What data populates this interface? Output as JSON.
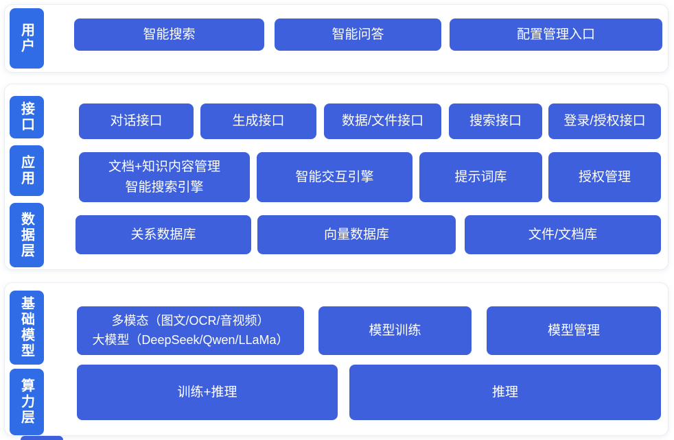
{
  "diagram": {
    "side_labels": [
      "用户",
      "接口",
      "应用",
      "数据层",
      "基础模型",
      "算力层"
    ],
    "user_row": [
      "智能搜索",
      "智能问答",
      "配置管理入口"
    ],
    "interface_row": [
      "对话接口",
      "生成接口",
      "数据/文件接口",
      "搜索接口",
      "登录/授权接口"
    ],
    "application_row": [
      "文档+知识内容管理\n智能搜索引擎",
      "智能交互引擎",
      "提示词库",
      "授权管理"
    ],
    "data_row": [
      "关系数据库",
      "向量数据库",
      "文件/文档库"
    ],
    "model_row": [
      "多模态（图文/OCR/音视频）\n大模型（DeepSeek/Qwen/LLaMa）",
      "模型训练",
      "模型管理"
    ],
    "compute_row": [
      "训练+推理",
      "推理"
    ]
  },
  "palette": {
    "node_blue": "#3E60DC",
    "label_blue": "#2F6CE6",
    "card_border": "#EAEDF3",
    "text_white": "#FFFFFF"
  }
}
